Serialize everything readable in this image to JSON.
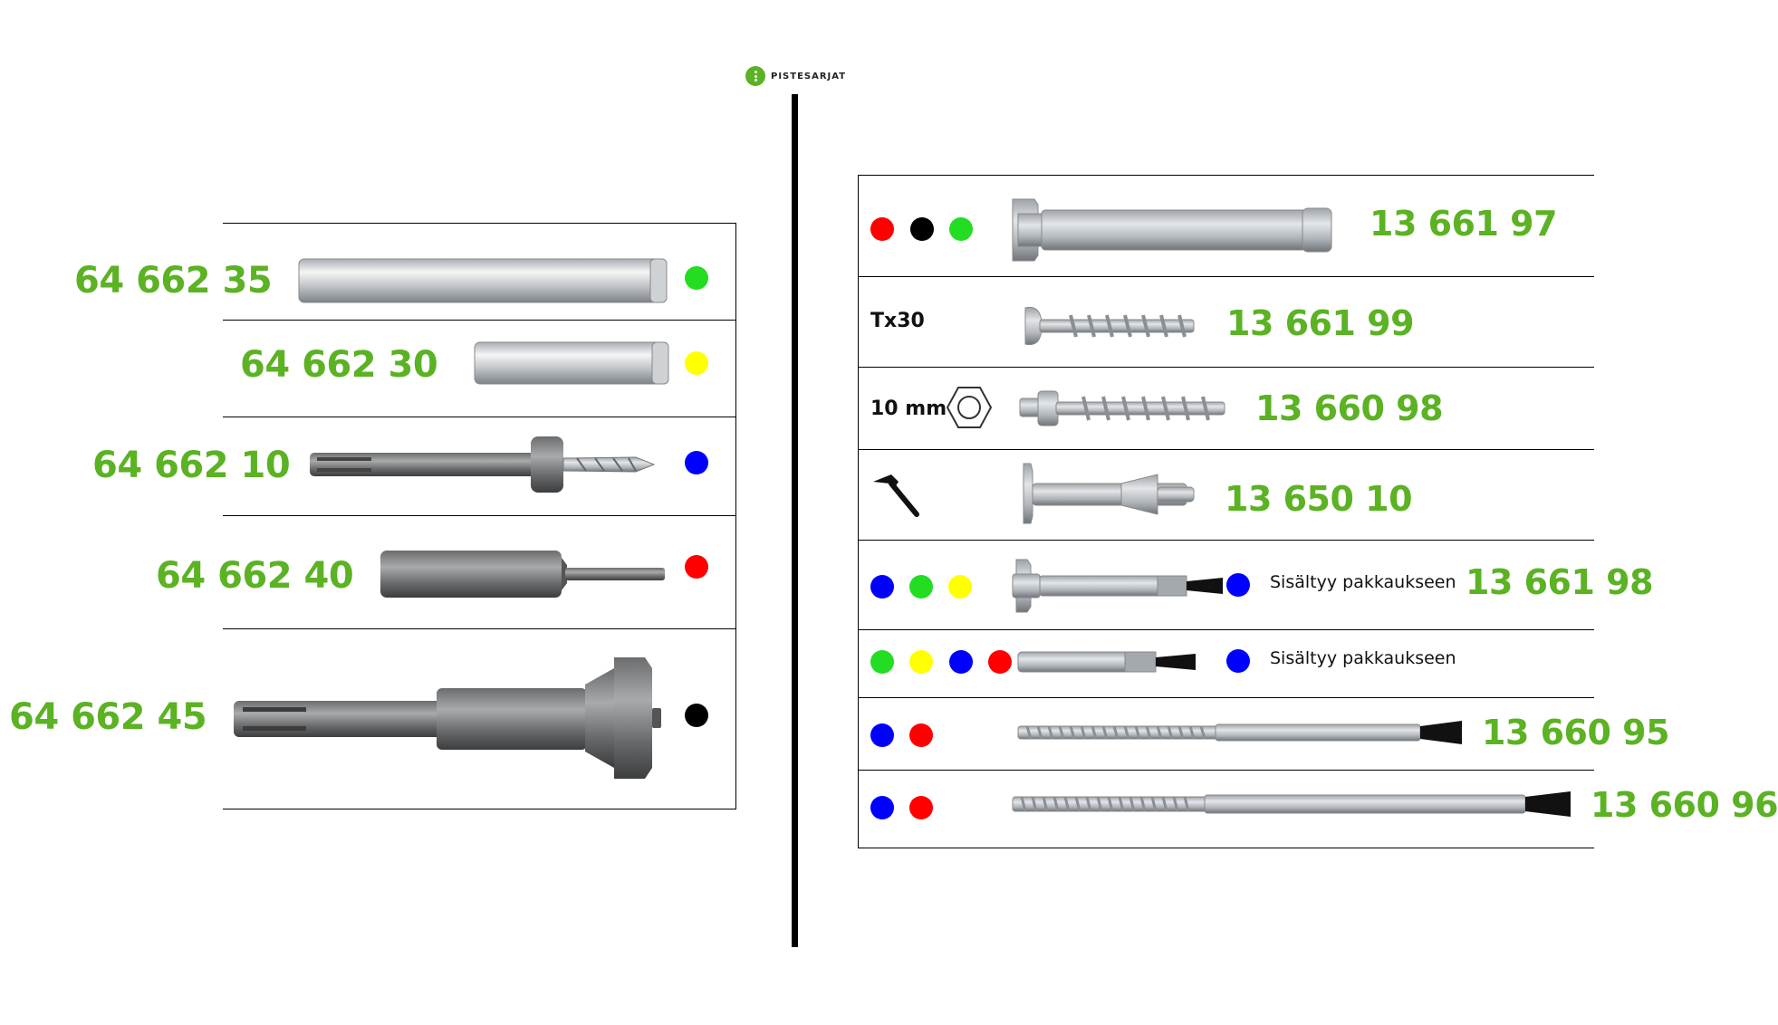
{
  "brand": {
    "name": "PISTESARJAT",
    "color": "#5bb223"
  },
  "colors": {
    "code": "#5bb223",
    "red": "#ff0000",
    "black": "#000000",
    "green": "#22dd22",
    "yellow": "#ffff00",
    "blue": "#0000ff"
  },
  "left": {
    "rows": [
      {
        "code": "64 662 35",
        "dot": "green"
      },
      {
        "code": "64 662 30",
        "dot": "yellow"
      },
      {
        "code": "64 662 10",
        "dot": "blue"
      },
      {
        "code": "64 662 40",
        "dot": "red"
      },
      {
        "code": "64 662 45",
        "dot": "black"
      }
    ]
  },
  "right": {
    "rows": [
      {
        "dots": [
          "red",
          "black",
          "green"
        ],
        "code": "13 661 97"
      },
      {
        "label": "Tx30",
        "code": "13 661 99"
      },
      {
        "label": "10 mm",
        "icon": "hex-nut-icon",
        "code": "13 660 98"
      },
      {
        "icon": "hammer-icon",
        "code": "13 650 10"
      },
      {
        "dots": [
          "blue",
          "green",
          "yellow"
        ],
        "note_dot": "blue",
        "note": "Sisältyy pakkaukseen",
        "code": "13 661 98"
      },
      {
        "dots": [
          "green",
          "yellow",
          "blue",
          "red"
        ],
        "note_dot": "blue",
        "note": "Sisältyy pakkaukseen"
      },
      {
        "dots": [
          "blue",
          "red"
        ],
        "code": "13 660 95"
      },
      {
        "dots": [
          "blue",
          "red"
        ],
        "code": "13 660 96"
      }
    ]
  }
}
